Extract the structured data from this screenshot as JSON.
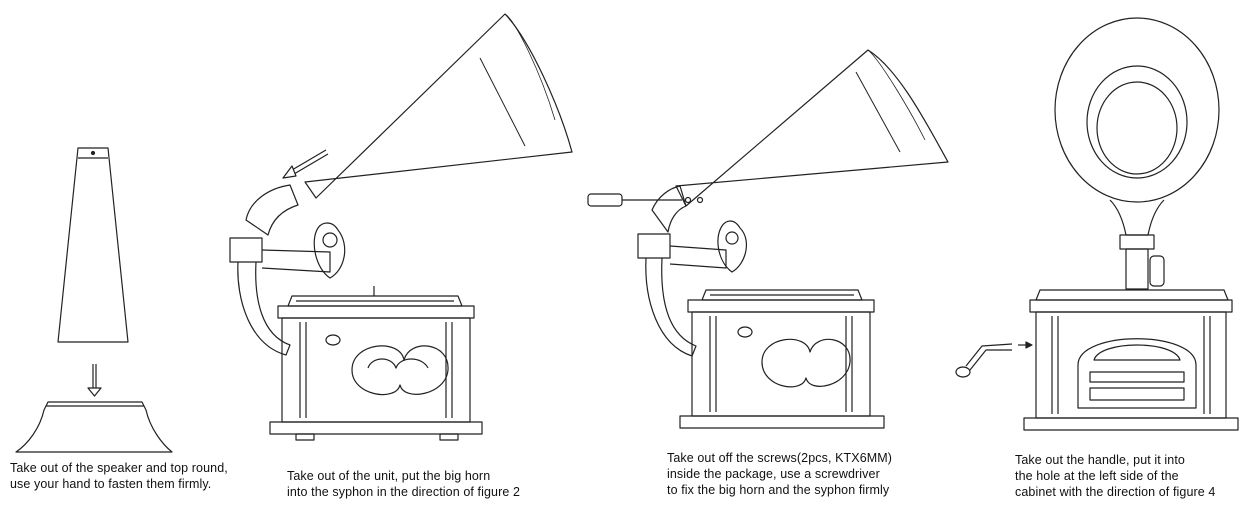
{
  "captions": {
    "step1": "Take out of the speaker and top round,\n use your hand to fasten them firmly.",
    "step2": "Take out of the unit, put the big horn\ninto the syphon in the direction of figure 2",
    "step3": "Take out off the screws(2pcs, KTX6MM)\ninside the package, use a screwdriver\nto fix the big horn and the syphon firmly",
    "step4": "Take out the handle, put it into\nthe hole at the left side of the\ncabinet with the direction of figure 4"
  },
  "icons": [
    "arrow-down-icon",
    "arrow-left-icon",
    "screwdriver-icon",
    "crank-handle-icon",
    "arrow-right-icon"
  ]
}
